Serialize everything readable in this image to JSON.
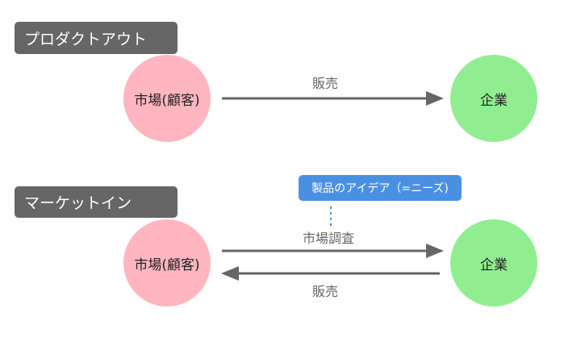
{
  "sections": {
    "product_out": {
      "title": "プロダクトアウト",
      "market": "市場(顧客)",
      "company": "企業",
      "arrow_label": "販売"
    },
    "market_in": {
      "title": "マーケットイン",
      "market": "市場(顧客)",
      "company": "企業",
      "callout": "製品のアイデア（=ニーズ)",
      "arrow_to_company_label": "市場調査",
      "arrow_to_market_label": "販売"
    }
  },
  "colors": {
    "title_box": "#666666",
    "market_node": "#ffb6c1",
    "company_node": "#90ee90",
    "arrow": "#666666",
    "callout": "#4a90e2",
    "callout_line": "#4a90e2"
  }
}
